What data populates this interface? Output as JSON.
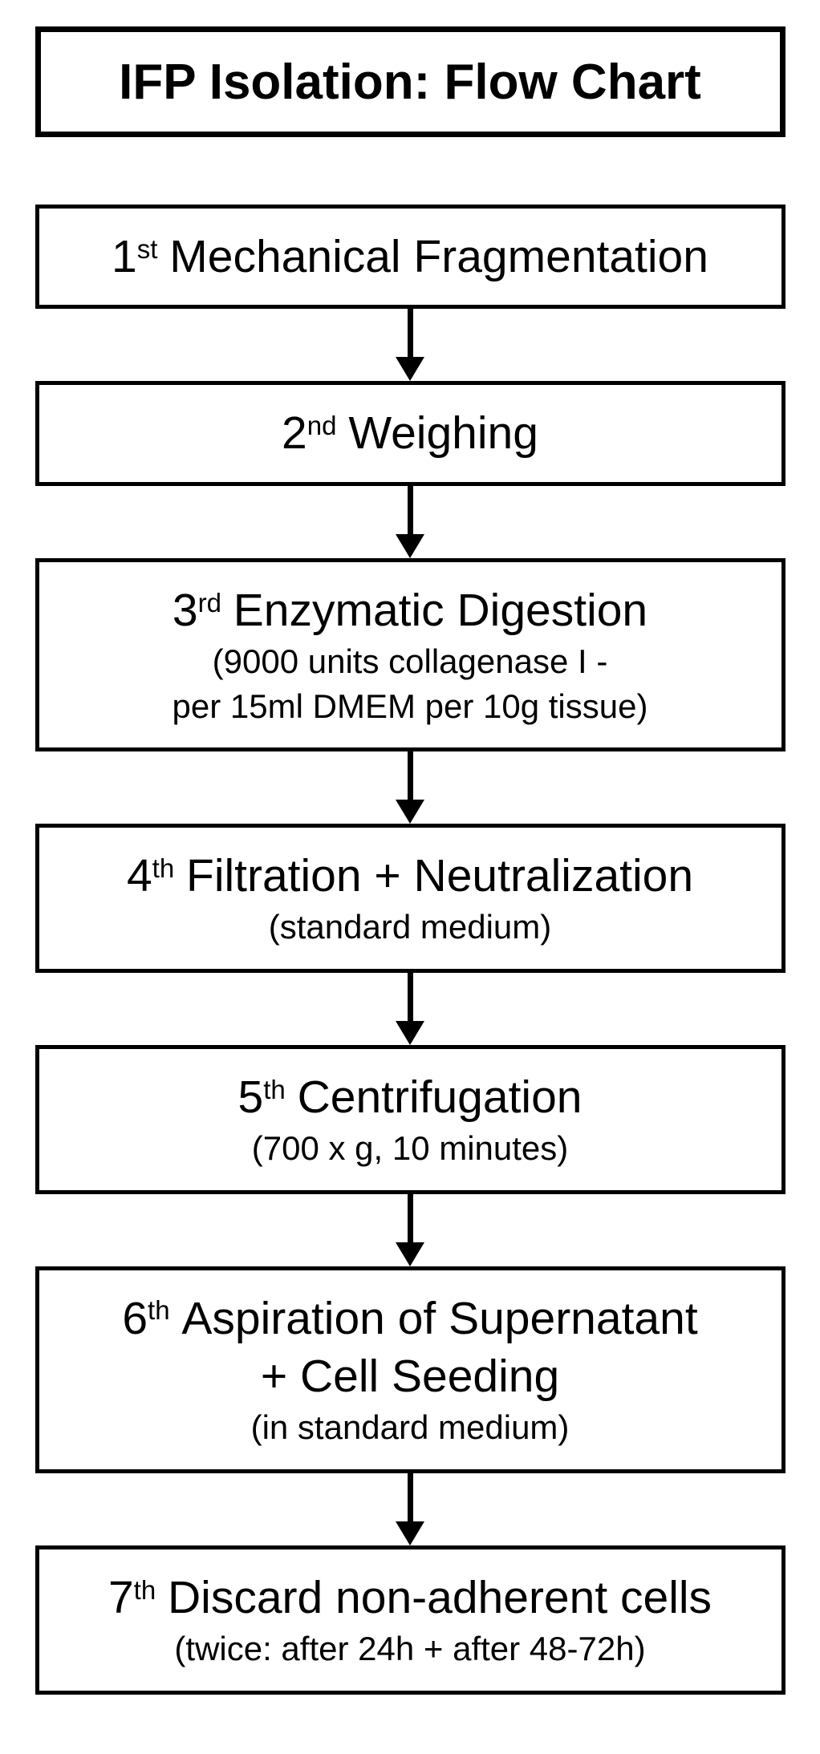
{
  "title": {
    "text": "IFP Isolation: Flow Chart"
  },
  "colors": {
    "ink": "#000000",
    "background": "#ffffff"
  },
  "steps": [
    {
      "ordinal": "1",
      "suffix": "st",
      "lines": [
        "Mechanical Fragmentation"
      ],
      "sub_lines": []
    },
    {
      "ordinal": "2",
      "suffix": "nd",
      "lines": [
        "Weighing"
      ],
      "sub_lines": []
    },
    {
      "ordinal": "3",
      "suffix": "rd",
      "lines": [
        "Enzymatic Digestion"
      ],
      "sub_lines": [
        "(9000 units collagenase I -",
        "per 15ml DMEM per 10g tissue)"
      ]
    },
    {
      "ordinal": "4",
      "suffix": "th",
      "lines": [
        "Filtration + Neutralization"
      ],
      "sub_lines": [
        "(standard medium)"
      ]
    },
    {
      "ordinal": "5",
      "suffix": "th",
      "lines": [
        "Centrifugation"
      ],
      "sub_lines": [
        "(700 x g, 10 minutes)"
      ]
    },
    {
      "ordinal": "6",
      "suffix": "th",
      "lines": [
        "Aspiration of Supernatant",
        "+ Cell Seeding"
      ],
      "sub_lines": [
        "(in standard medium)"
      ]
    },
    {
      "ordinal": "7",
      "suffix": "th",
      "lines": [
        "Discard non-adherent cells"
      ],
      "sub_lines": [
        "(twice: after 24h + after 48-72h)"
      ]
    }
  ]
}
